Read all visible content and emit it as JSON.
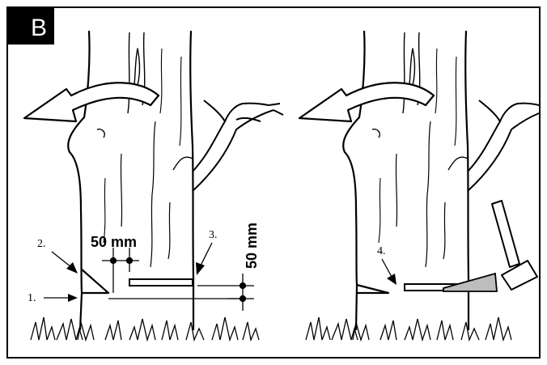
{
  "panel_badge": "B",
  "left_panel": {
    "labels": {
      "step1": "1.",
      "step2": "2.",
      "step3": "3."
    },
    "dimensions": {
      "horizontal": "50 mm",
      "vertical": "50 mm"
    }
  },
  "right_panel": {
    "labels": {
      "step4": "4."
    }
  },
  "colors": {
    "ink": "#000000",
    "background": "#ffffff",
    "wedge": "#bdbdbd"
  }
}
